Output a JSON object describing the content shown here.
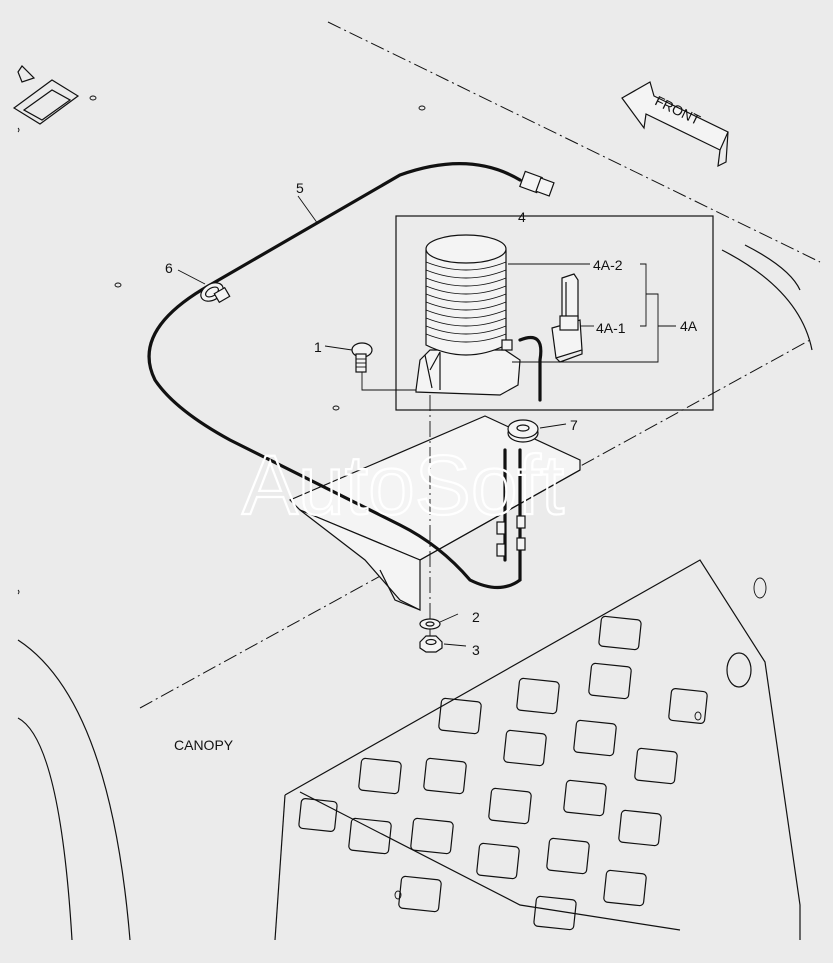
{
  "watermark": "AutoSoft",
  "front_arrow": {
    "label": "FRONT"
  },
  "area_label": "CANOPY",
  "callouts": {
    "c1": "1",
    "c2": "2",
    "c3": "3",
    "c4": "4",
    "c4A": "4A",
    "c4A1": "4A-1",
    "c4A2": "4A-2",
    "c5": "5",
    "c6": "6",
    "c7": "7"
  },
  "icons": {
    "front-arrow": "outlined left-up arrow",
    "beacon-lamp": "rotating beacon light",
    "fuse-holder": "inline fuse holder",
    "bolt": "carriage bolt",
    "washer": "flat washer",
    "nut": "hex nut",
    "grommet": "rubber grommet",
    "cable-clamp": "cable clamp",
    "connector": "wire connector"
  }
}
